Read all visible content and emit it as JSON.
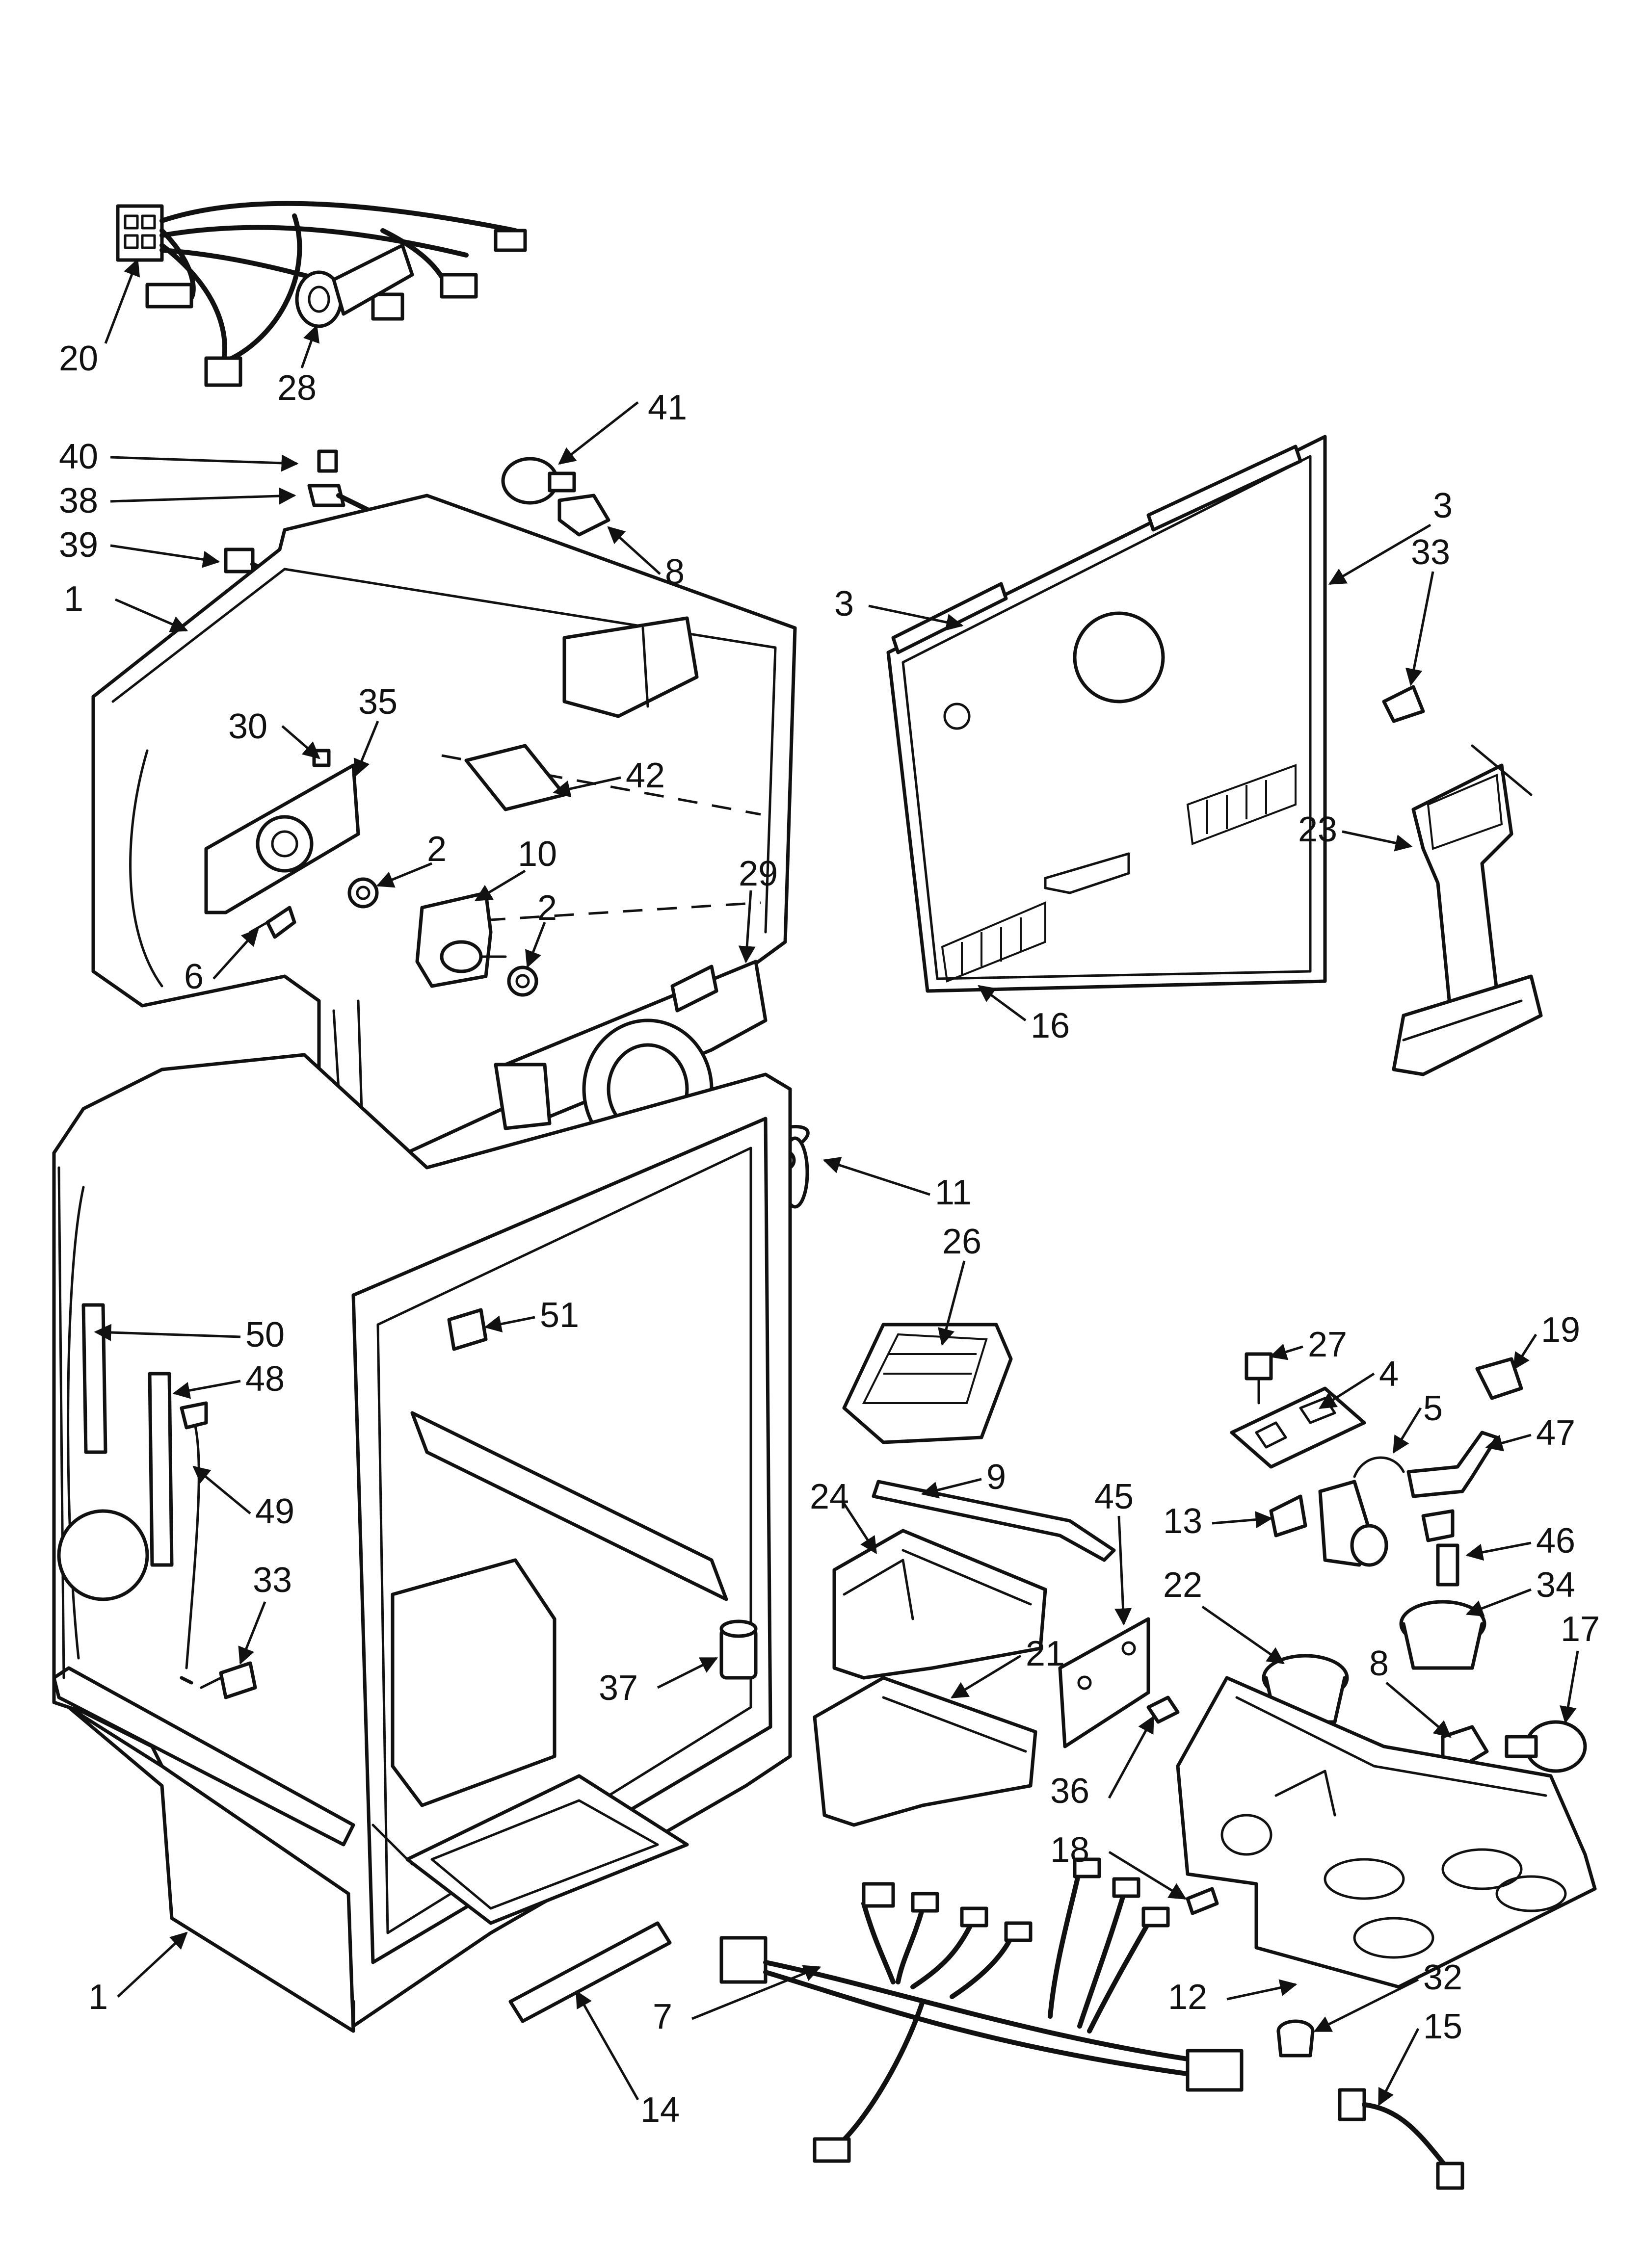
{
  "callouts": [
    {
      "id": "c20",
      "text": "20"
    },
    {
      "id": "c28",
      "text": "28"
    },
    {
      "id": "c41",
      "text": "41"
    },
    {
      "id": "c40",
      "text": "40"
    },
    {
      "id": "c38",
      "text": "38"
    },
    {
      "id": "c39",
      "text": "39"
    },
    {
      "id": "c8a",
      "text": "8"
    },
    {
      "id": "c1a",
      "text": "1"
    },
    {
      "id": "c30",
      "text": "30"
    },
    {
      "id": "c35",
      "text": "35"
    },
    {
      "id": "c42",
      "text": "42"
    },
    {
      "id": "c2a",
      "text": "2"
    },
    {
      "id": "c10",
      "text": "10"
    },
    {
      "id": "c29",
      "text": "29"
    },
    {
      "id": "c2b",
      "text": "2"
    },
    {
      "id": "c6",
      "text": "6"
    },
    {
      "id": "c3a",
      "text": "3"
    },
    {
      "id": "c3b",
      "text": "3"
    },
    {
      "id": "c33a",
      "text": "33"
    },
    {
      "id": "c23",
      "text": "23"
    },
    {
      "id": "c16",
      "text": "16"
    },
    {
      "id": "c11",
      "text": "11"
    },
    {
      "id": "c26",
      "text": "26"
    },
    {
      "id": "c50",
      "text": "50"
    },
    {
      "id": "c51",
      "text": "51"
    },
    {
      "id": "c48",
      "text": "48"
    },
    {
      "id": "c49",
      "text": "49"
    },
    {
      "id": "c33b",
      "text": "33"
    },
    {
      "id": "c27",
      "text": "27"
    },
    {
      "id": "c4",
      "text": "4"
    },
    {
      "id": "c19",
      "text": "19"
    },
    {
      "id": "c5",
      "text": "5"
    },
    {
      "id": "c47",
      "text": "47"
    },
    {
      "id": "c9",
      "text": "9"
    },
    {
      "id": "c24",
      "text": "24"
    },
    {
      "id": "c45",
      "text": "45"
    },
    {
      "id": "c13",
      "text": "13"
    },
    {
      "id": "c46",
      "text": "46"
    },
    {
      "id": "c22",
      "text": "22"
    },
    {
      "id": "c34",
      "text": "34"
    },
    {
      "id": "c17",
      "text": "17"
    },
    {
      "id": "c8b",
      "text": "8"
    },
    {
      "id": "c21",
      "text": "21"
    },
    {
      "id": "c37",
      "text": "37"
    },
    {
      "id": "c36",
      "text": "36"
    },
    {
      "id": "c18",
      "text": "18"
    },
    {
      "id": "c1b",
      "text": "1"
    },
    {
      "id": "c12",
      "text": "12"
    },
    {
      "id": "c32",
      "text": "32"
    },
    {
      "id": "c7",
      "text": "7"
    },
    {
      "id": "c15",
      "text": "15"
    },
    {
      "id": "c14",
      "text": "14"
    }
  ]
}
